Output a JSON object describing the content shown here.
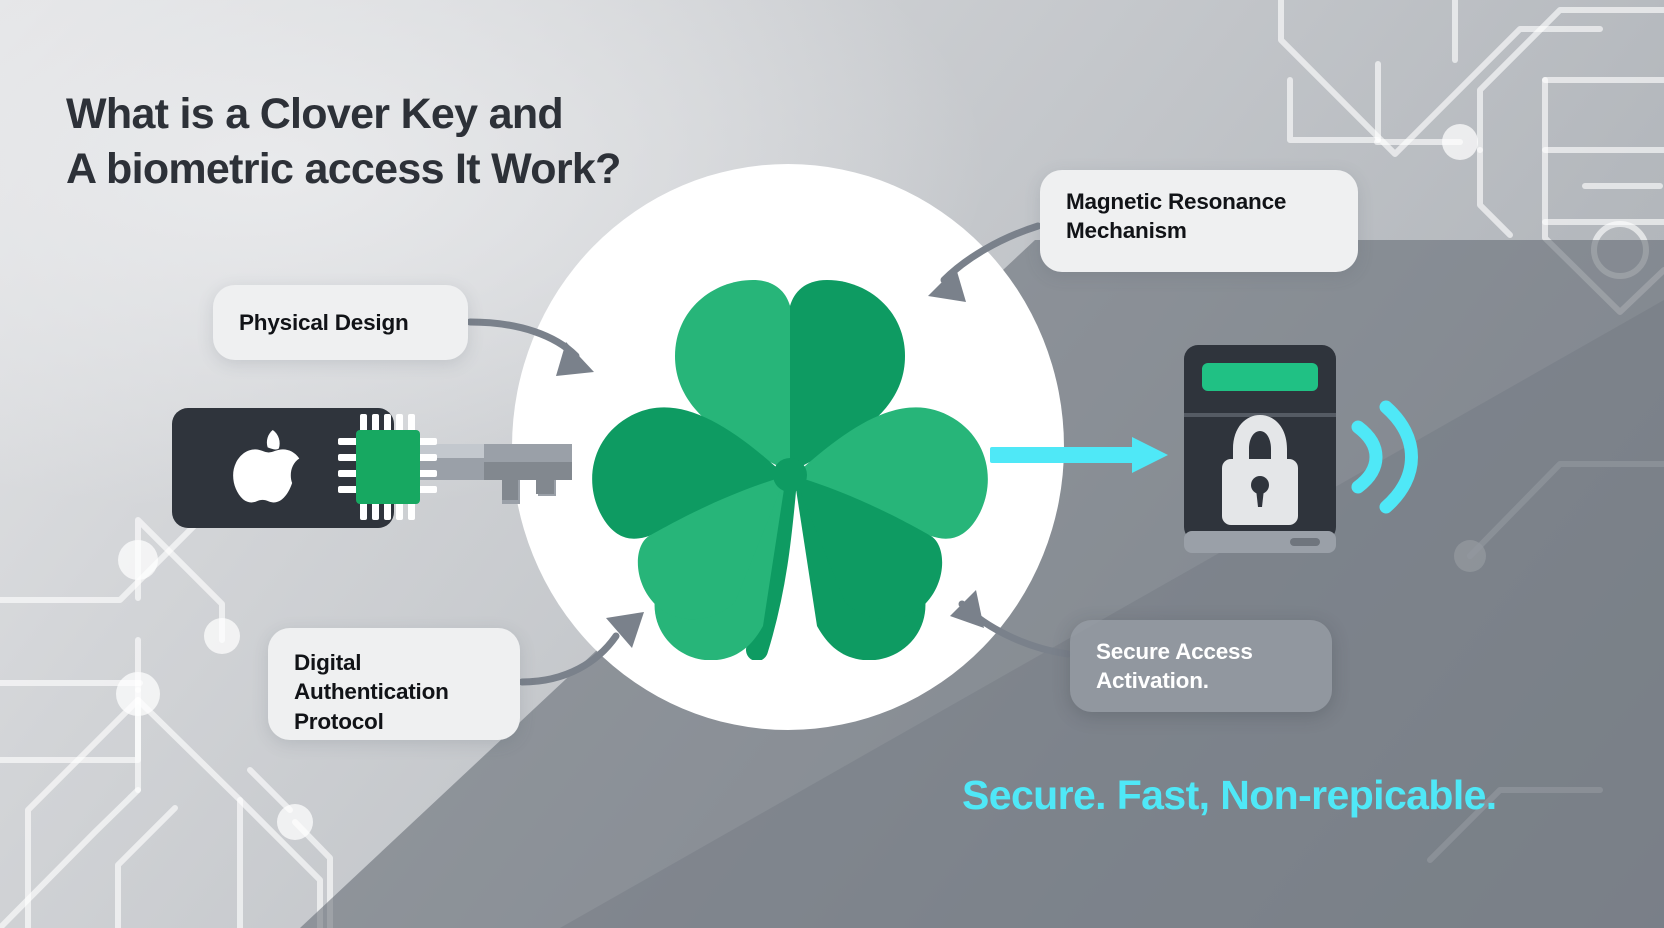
{
  "title": {
    "line1": "What is a Clover Key and",
    "line2": "A biometric access It Work?"
  },
  "labels": {
    "physical_design": {
      "line1": "Physical Design"
    },
    "magnetic_resonance": {
      "line1": "Magnetic Resonance",
      "line2": "Mechanism"
    },
    "digital_authentication": {
      "line1": "Digital",
      "line2": "Authentication",
      "line3": "Protocol"
    },
    "secure_access": {
      "line1": "Secure Access",
      "line2": "Activation."
    }
  },
  "tagline": "Secure. Fast, Non-repicable.",
  "icons": {
    "clover": "clover-icon",
    "apple_logo": "apple-logo-icon",
    "chip": "microchip-icon",
    "key": "key-icon",
    "lock": "padlock-icon",
    "signal": "wireless-signal-icon",
    "flow_arrow": "cyan-arrow-icon"
  },
  "colors": {
    "clover_light": "#27b579",
    "clover_dark": "#0e9b62",
    "accent_cyan": "#4fe8f7",
    "device_dark": "#2f343c",
    "chip_green": "#17a861",
    "status_green": "#20c184",
    "arrow_gray": "#7a818b",
    "title_text": "#2d3138",
    "chip_light_bg": "#eff0f1",
    "chip_dark_bg": "#969ca4"
  }
}
